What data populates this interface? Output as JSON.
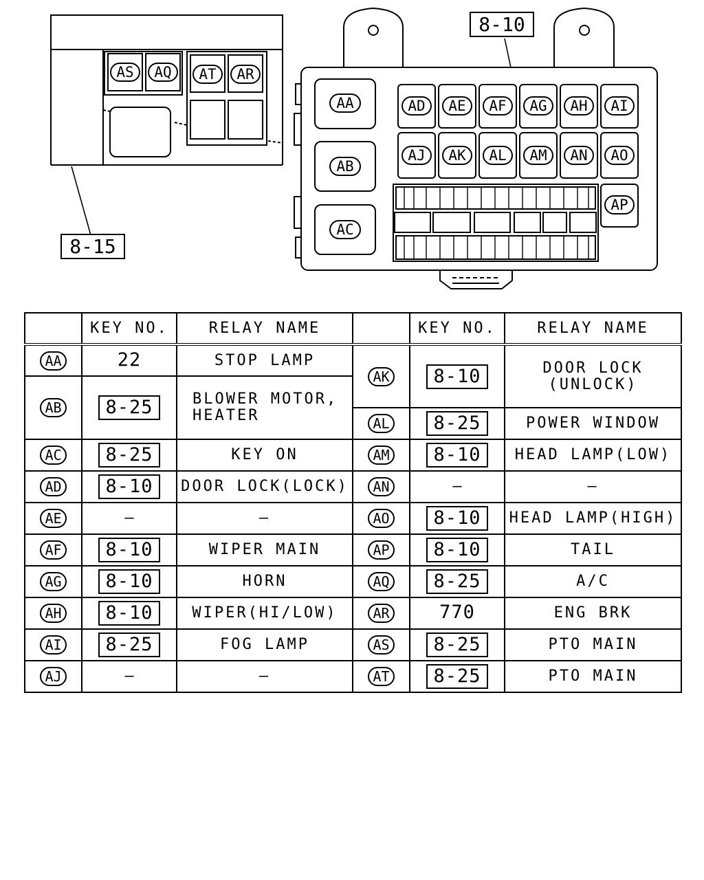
{
  "callouts": {
    "junction_block_ref": "8-10",
    "relay_panel_ref": "8-15"
  },
  "relay_panel": {
    "slots": [
      "AS",
      "AQ",
      "AT",
      "AR"
    ]
  },
  "junction_block": {
    "large_slots": [
      "AA",
      "AB",
      "AC"
    ],
    "row1": [
      "AD",
      "AE",
      "AF",
      "AG",
      "AH",
      "AI"
    ],
    "row2": [
      "AJ",
      "AK",
      "AL",
      "AM",
      "AN",
      "AO"
    ],
    "side_slot": "AP"
  },
  "table": {
    "headers": {
      "key_no": "KEY NO.",
      "relay_name": "RELAY NAME"
    },
    "left": [
      {
        "code": "AA",
        "key": "22",
        "key_boxed": false,
        "name": "STOP LAMP"
      },
      {
        "code": "AB",
        "key": "8-25",
        "key_boxed": true,
        "name": "BLOWER MOTOR,\nHEATER"
      },
      {
        "code": "AC",
        "key": "8-25",
        "key_boxed": true,
        "name": "KEY ON"
      },
      {
        "code": "AD",
        "key": "8-10",
        "key_boxed": true,
        "name": "DOOR LOCK(LOCK)"
      },
      {
        "code": "AE",
        "key": "—",
        "key_boxed": false,
        "name": "—"
      },
      {
        "code": "AF",
        "key": "8-10",
        "key_boxed": true,
        "name": "WIPER MAIN"
      },
      {
        "code": "AG",
        "key": "8-10",
        "key_boxed": true,
        "name": "HORN"
      },
      {
        "code": "AH",
        "key": "8-10",
        "key_boxed": true,
        "name": "WIPER(HI/LOW)"
      },
      {
        "code": "AI",
        "key": "8-25",
        "key_boxed": true,
        "name": "FOG LAMP"
      },
      {
        "code": "AJ",
        "key": "—",
        "key_boxed": false,
        "name": "—"
      }
    ],
    "right": [
      {
        "code": "AK",
        "key": "8-10",
        "key_boxed": true,
        "name": "DOOR LOCK\n(UNLOCK)"
      },
      {
        "code": "AL",
        "key": "8-25",
        "key_boxed": true,
        "name": "POWER WINDOW"
      },
      {
        "code": "AM",
        "key": "8-10",
        "key_boxed": true,
        "name": "HEAD LAMP(LOW)"
      },
      {
        "code": "AN",
        "key": "—",
        "key_boxed": false,
        "name": "—"
      },
      {
        "code": "AO",
        "key": "8-10",
        "key_boxed": true,
        "name": "HEAD LAMP(HIGH)"
      },
      {
        "code": "AP",
        "key": "8-10",
        "key_boxed": true,
        "name": "TAIL"
      },
      {
        "code": "AQ",
        "key": "8-25",
        "key_boxed": true,
        "name": "A/C"
      },
      {
        "code": "AR",
        "key": "770",
        "key_boxed": false,
        "name": "ENG BRK"
      },
      {
        "code": "AS",
        "key": "8-25",
        "key_boxed": true,
        "name": "PTO MAIN"
      },
      {
        "code": "AT",
        "key": "8-25",
        "key_boxed": true,
        "name": "PTO MAIN"
      }
    ]
  }
}
